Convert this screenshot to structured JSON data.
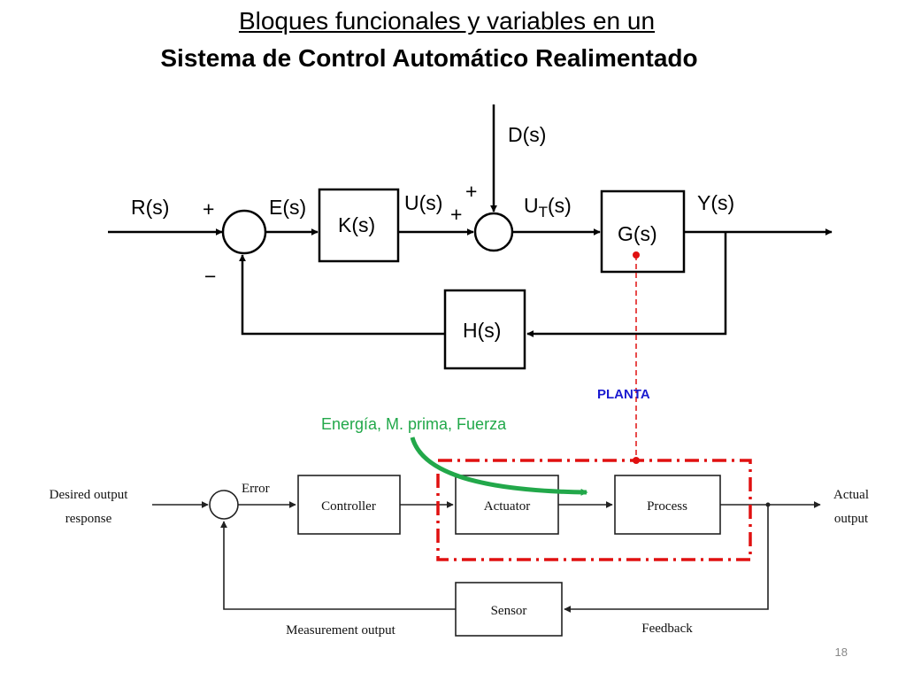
{
  "slide": {
    "title_line1": "Bloques funcionales y variables en un",
    "title_line2": "Sistema de Control Automático Realimentado",
    "page_number": "18"
  },
  "top_diagram": {
    "signals": {
      "reference": "R(s)",
      "error": "E(s)",
      "control": "U(s)",
      "disturbance": "D(s)",
      "total_input_prefix": "U",
      "total_input_sub": "T",
      "total_input_suffix": "(s)",
      "output": "Y(s)"
    },
    "blocks": {
      "controller": "K(s)",
      "plant": "G(s)",
      "feedback": "H(s)"
    },
    "summer1_signs": {
      "top": "+",
      "bottom": "−"
    },
    "summer2_signs": {
      "left": "+",
      "top": "+"
    }
  },
  "bottom_diagram": {
    "input_line1": "Desired output",
    "input_line2": "response",
    "error": "Error",
    "blocks": {
      "controller": "Controller",
      "actuator": "Actuator",
      "process": "Process",
      "sensor": "Sensor"
    },
    "output_line1": "Actual",
    "output_line2": "output",
    "measurement": "Measurement output",
    "feedback": "Feedback"
  },
  "annotations": {
    "planta": "PLANTA",
    "energia": "Energía, M. prima, Fuerza"
  },
  "colors": {
    "planta_text": "#1a1ad0",
    "energia_text": "#22a84a",
    "dashed_box": "#e01010"
  }
}
